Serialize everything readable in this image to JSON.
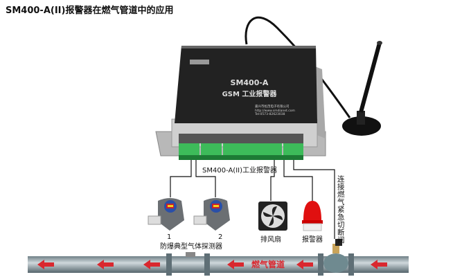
{
  "title": "SM400-A(II)报警器在燃气管道中的应用",
  "device": {
    "model": "SM400-A",
    "name": "GSM 工业报警器",
    "company": "嘉兴市松茂电子有限公司",
    "url": "http://www.smdianet.com",
    "tel": "Tel:0573-82623038",
    "label": "SM400-A(II)工业报警器"
  },
  "detectors": {
    "num1": "1",
    "num2": "2",
    "label": "防爆典型气体探测器"
  },
  "fan_label": "排风扇",
  "alarm_label": "报警器",
  "valve_label": "连接燃气紧急切断阀",
  "pipe_label": "燃气管道",
  "colors": {
    "pipe_arrow": "#d9282f",
    "terminal": "#3dbb5a",
    "device_top": "#222222"
  }
}
